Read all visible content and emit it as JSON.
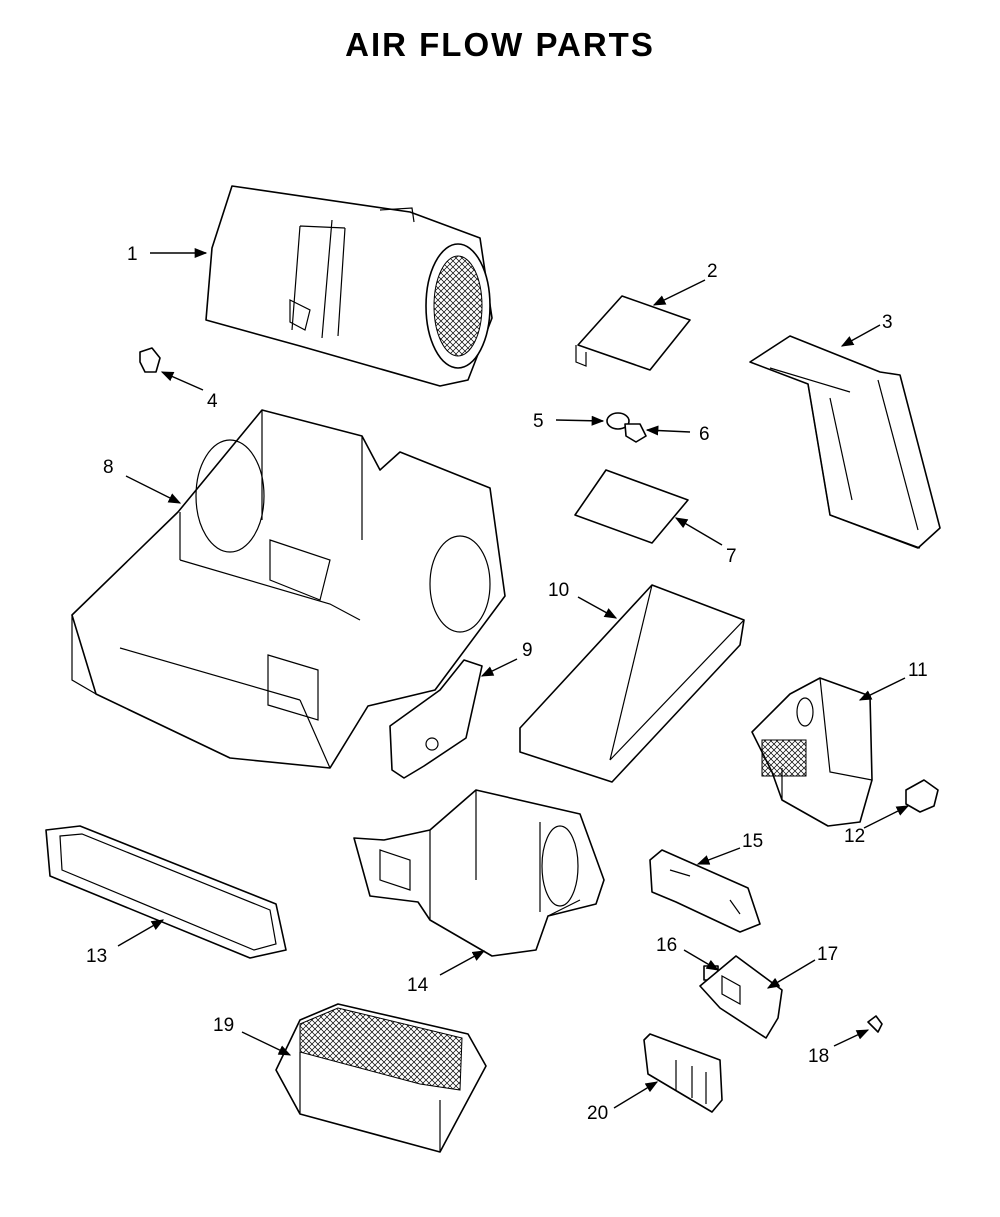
{
  "title": "AIR FLOW PARTS",
  "callouts": [
    "1",
    "2",
    "3",
    "4",
    "5",
    "6",
    "7",
    "8",
    "9",
    "10",
    "11",
    "12",
    "13",
    "14",
    "15",
    "16",
    "17",
    "18",
    "19",
    "20"
  ]
}
